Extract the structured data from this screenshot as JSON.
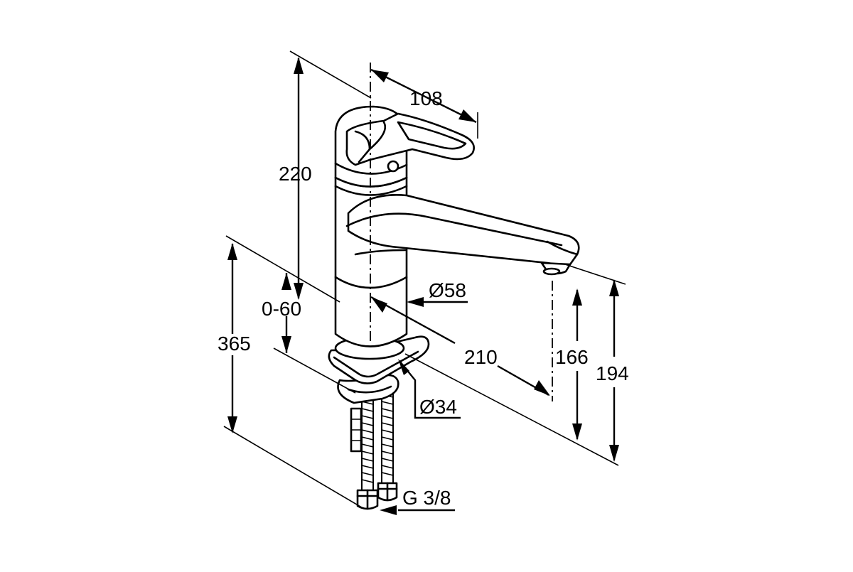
{
  "drawing": {
    "dimensions": {
      "height_total": "220",
      "lever_length": "108",
      "deck_thickness": "0-60",
      "hose_length": "365",
      "body_diameter": "Ø58",
      "spout_reach": "210",
      "spout_height": "166",
      "spout_top_height": "194",
      "mount_diameter": "Ø34",
      "connection_thread": "G 3/8"
    }
  }
}
